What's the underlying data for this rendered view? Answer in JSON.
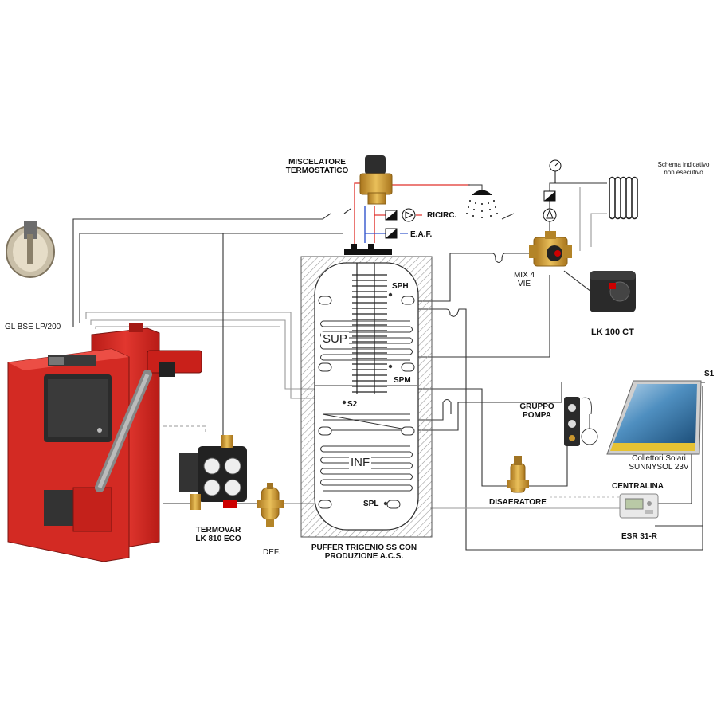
{
  "colors": {
    "boiler_red": "#d42a24",
    "boiler_dark": "#8e1512",
    "hot_line": "#e0302a",
    "cold_line": "#3355cc",
    "pipe_line": "#333333",
    "brass": "#c9962e",
    "hatch": "#888888"
  },
  "labels": {
    "note": "Schema indicativo\nnon esecutivo",
    "mixer": "MISCELATORE\nTERMOSTATICO",
    "ricirc": "RICIRC.",
    "eaf": "E.A.F.",
    "mix4": "MIX 4\nVIE",
    "lk100": "LK 100 CT",
    "boiler": "GL BSE LP/200",
    "sph": "SPH",
    "spm": "SPM",
    "s2": "S2",
    "spl": "SPL",
    "s1": "S1",
    "sup": "SUP",
    "inf": "INF",
    "gruppo": "GRUPPO\nPOMPA",
    "collettori": "Collettori Solari\nSUNNYSOL 23V",
    "centralina": "CENTRALINA",
    "esr": "ESR 31-R",
    "disaeratore": "DISAERATORE",
    "termovar": "TERMOVAR\nLK 810 ECO",
    "def": "DEF.",
    "puffer": "PUFFER TRIGENIO SS CON\nPRODUZIONE A.C.S."
  },
  "icons": [
    "damper-icon",
    "boiler-icon",
    "pellet-feeder-icon",
    "termovar-icon",
    "dirt-separator-icon",
    "thermostatic-mixer-icon",
    "shower-icon",
    "pump-icon",
    "check-valve-icon",
    "four-way-valve-icon",
    "actuator-icon",
    "radiator-icon",
    "thermometer-icon",
    "solar-collector-icon",
    "pump-group-icon",
    "air-separator-icon",
    "controller-icon"
  ]
}
